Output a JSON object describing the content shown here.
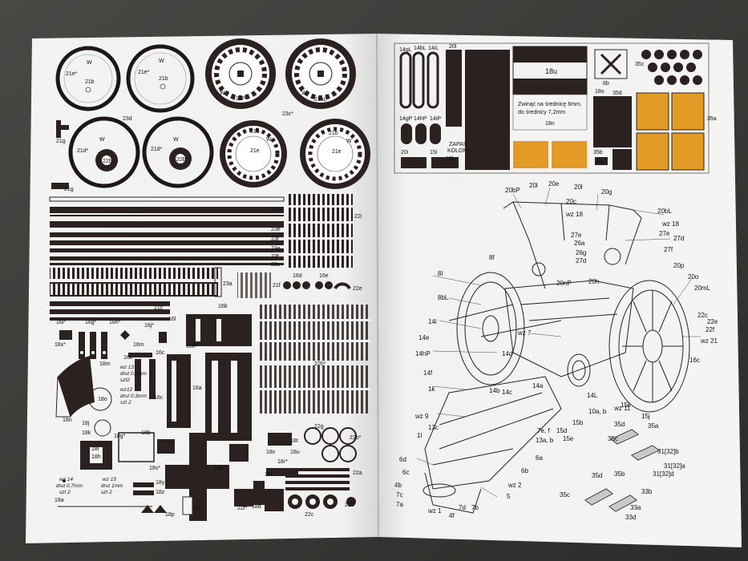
{
  "left_page": {
    "wheel_labels": [
      "21e*",
      "21b",
      "W",
      "21e*",
      "21b",
      "W",
      "21aP",
      "W",
      "21aL",
      "W",
      "23d",
      "23c*",
      "21d*",
      "W",
      "22b",
      "21d*",
      "W",
      "22b",
      "21b",
      "W",
      "21e",
      "21b",
      "W",
      "21e"
    ],
    "strip_labels": [
      "21g",
      "21g",
      "23b",
      "22i",
      "23e",
      "23f",
      "23e",
      "23f",
      "23e",
      "23a",
      "21f",
      "16d",
      "16e",
      "22e",
      "21c",
      "16b"
    ],
    "part_labels": [
      "16i*",
      "16g*",
      "16h*",
      "16j*",
      "16l",
      "18x*",
      "16m",
      "16k",
      "16c",
      "16fP",
      "16a",
      "18m",
      "wz 13",
      "drut 0,3mm",
      "szt2",
      "wz12",
      "drut 0,3mm",
      "szt 2",
      "18o",
      "18n",
      "18k",
      "18j",
      "18i",
      "18g*",
      "18h",
      "18c",
      "18b",
      "18s*",
      "18y",
      "18z",
      "18a",
      "18p",
      "18a",
      "18t",
      "18v",
      "18r*",
      "18u",
      "18u",
      "22h*",
      "22g",
      "22b*",
      "22a",
      "22c",
      "22d",
      "22f*",
      "18d",
      "18l*"
    ],
    "wz14": [
      "wz 14",
      "drut 0,7mm",
      "szt 2"
    ],
    "wz15": [
      "wz 15",
      "drut 1mm",
      "szt 2"
    ]
  },
  "right_page": {
    "top_labels": [
      "14gL",
      "14bL",
      "14iL",
      "20l",
      "14gP",
      "14hP",
      "14iP",
      "20i",
      "15i",
      "ZAPAS",
      "KOLORU",
      "15k",
      "18u",
      "18o",
      "18n",
      "6b",
      "35c",
      "35d",
      "35b",
      "20g",
      "35a"
    ],
    "instruction_line1": "Zwinąć na średnicę 6mm,",
    "instruction_line2": "do średnicy 7,2mm",
    "diagram_labels": [
      "20bP",
      "20l",
      "20e",
      "20l",
      "20g",
      "20c",
      "20bL",
      "wz 18",
      "wz 18",
      "27e",
      "27e",
      "26a",
      "27d",
      "26g",
      "27f",
      "27d",
      "20nP",
      "20h",
      "8f",
      "8l",
      "20p",
      "20o",
      "20mL",
      "8bL",
      "22c",
      "22e",
      "22f",
      "wz 21",
      "14i",
      "14e",
      "wz 7",
      "14hP",
      "14d",
      "16c",
      "14f",
      "1k",
      "14b",
      "14c",
      "14a",
      "14L",
      "wz 9",
      "wz 11",
      "15k",
      "15j",
      "10a, b",
      "35a",
      "13c",
      "15b",
      "35d",
      "1l",
      "7e, f",
      "15d",
      "35c",
      "13a, b",
      "15e",
      "31[32]b",
      "6d",
      "6a",
      "6c",
      "6b",
      "31[32]a",
      "31[32]d",
      "4b",
      "wz 2",
      "7c",
      "5",
      "35b",
      "35d",
      "7a",
      "wz 1",
      "35c",
      "33b",
      "4f",
      "7d",
      "7b",
      "33a",
      "33d"
    ]
  }
}
